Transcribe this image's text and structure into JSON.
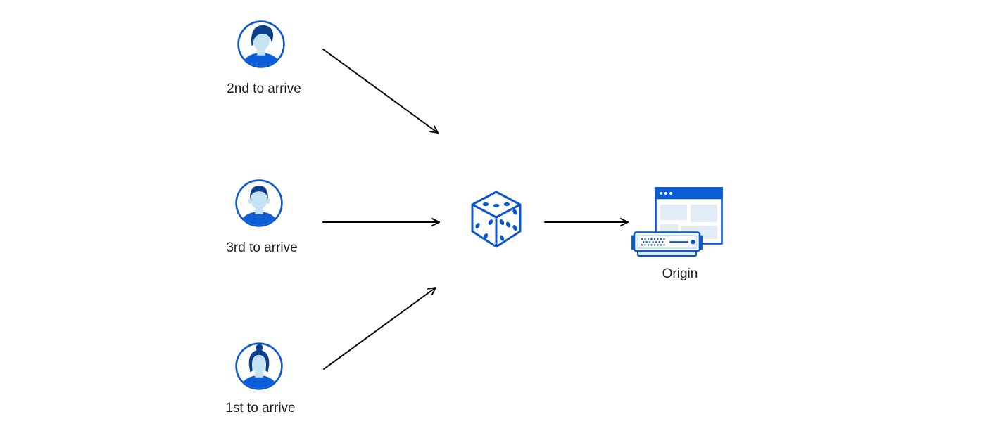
{
  "diagram": {
    "title": "request-ordering-to-origin",
    "background": "#ffffff",
    "colors": {
      "brand_blue": "#0b5ed7",
      "outline_blue": "#0b57d0",
      "hair_navy": "#0c3e8e",
      "skin_light_blue": "#c6e3f4",
      "panel_light_blue": "#e2edf8",
      "server_base_blue": "#d9eaf8",
      "arrow_black": "#000000",
      "label_text": "#1d1d1f"
    }
  },
  "nodes": {
    "user_second": {
      "label": "2nd to arrive",
      "icon": "male-user-avatar"
    },
    "user_third": {
      "label": "3rd to arrive",
      "icon": "male-user-avatar"
    },
    "user_first": {
      "label": "1st to arrive",
      "icon": "female-user-avatar"
    },
    "randomizer": {
      "icon": "dice"
    },
    "origin": {
      "label": "Origin",
      "icon": "origin-server-browser"
    }
  },
  "edges": [
    {
      "from": "user_second",
      "to": "randomizer"
    },
    {
      "from": "user_third",
      "to": "randomizer"
    },
    {
      "from": "user_first",
      "to": "randomizer"
    },
    {
      "from": "randomizer",
      "to": "origin"
    }
  ]
}
